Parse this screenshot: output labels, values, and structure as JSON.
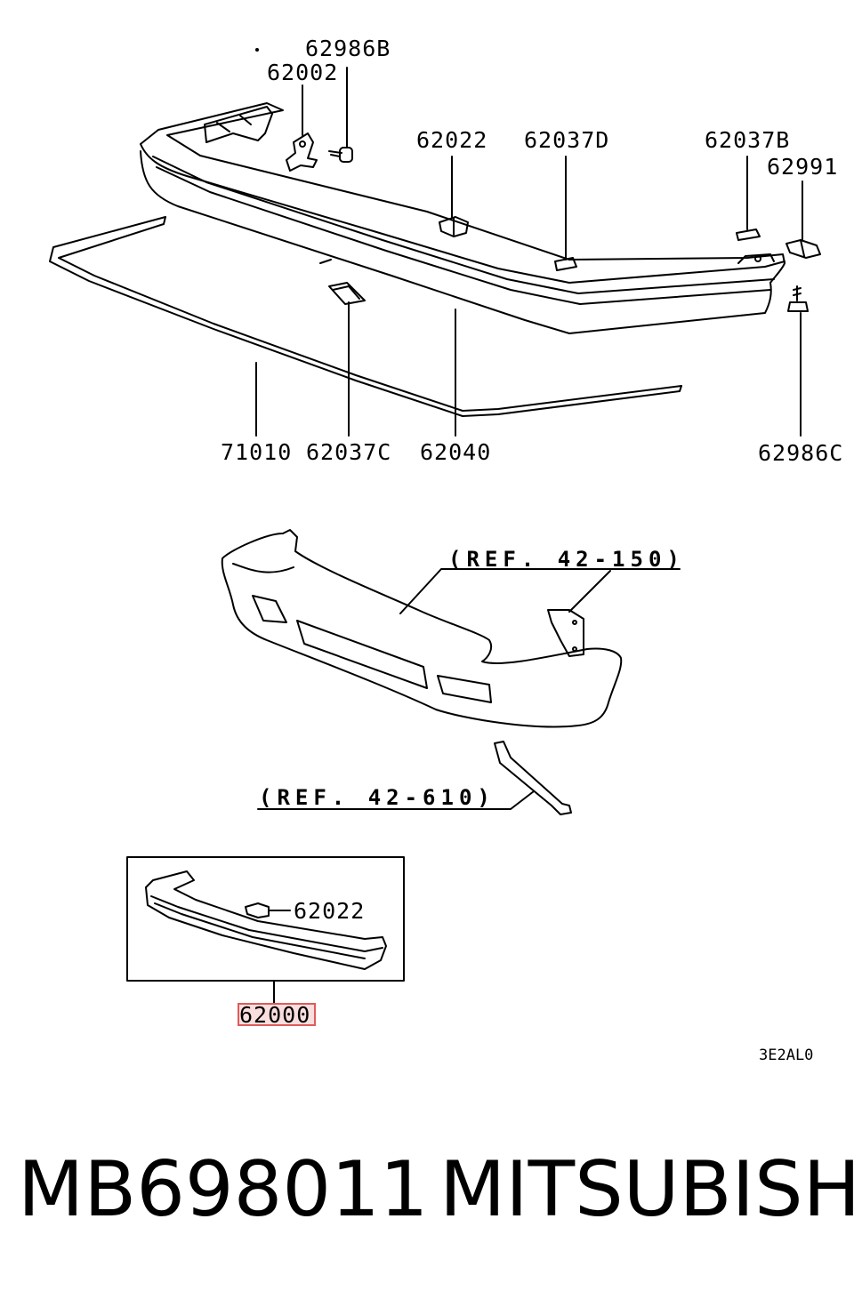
{
  "labels": {
    "p62986B": "62986B",
    "p62002": "62002",
    "p62022": "62022",
    "p62037D": "62037D",
    "p62037B": "62037B",
    "p62991": "62991",
    "p71010": "71010",
    "p62037C": "62037C",
    "p62040": "62040",
    "p62986C": "62986C",
    "inset_62022": "62022",
    "highlighted_part": "62000"
  },
  "references": {
    "ref_upper": "(REF. 42-150)",
    "ref_lower": "(REF. 42-610)"
  },
  "diagram_code": "3E2AL0",
  "footer": {
    "part_number": "MB698011",
    "brand": "MITSUBISHI"
  },
  "colors": {
    "highlight_border": "#e05a5a",
    "line": "#000000"
  }
}
